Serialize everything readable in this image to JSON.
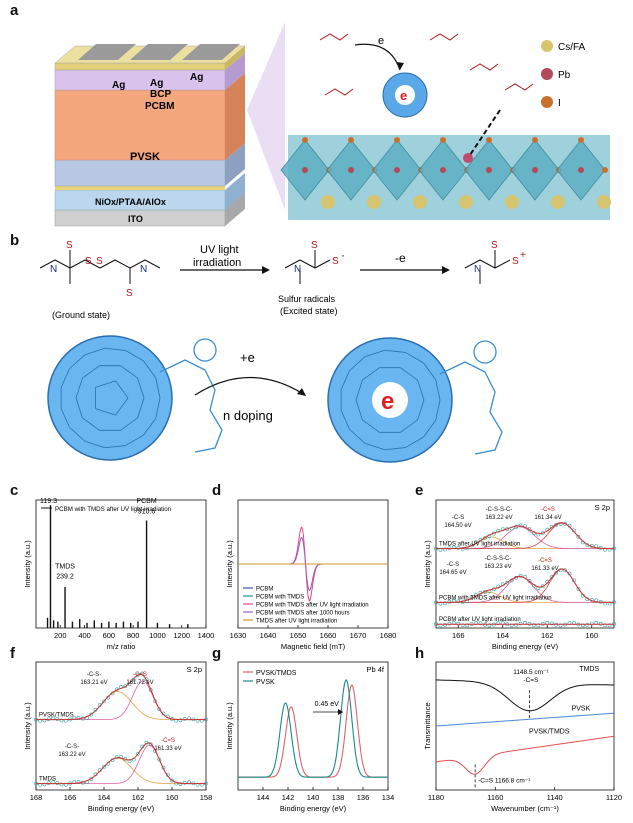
{
  "panel_letters": [
    "a",
    "b",
    "c",
    "d",
    "e",
    "f",
    "g",
    "h"
  ],
  "device": {
    "layers": [
      "Ag",
      "Ag",
      "Ag",
      "BCP",
      "PCBM",
      "PVSK",
      "NiOx/PTAA/AlOx",
      "ITO"
    ],
    "legend": [
      "Cs/FA",
      "Pb",
      "I"
    ],
    "electron": "e"
  },
  "scheme": {
    "ground_state": "(Ground state)",
    "uv_label_1": "UV light",
    "uv_label_2": "irradiation",
    "radical_label_1": "Sulfur radicals",
    "radical_label_2": "(Excited state)",
    "minus_e": "-e",
    "plus_e": "+e",
    "n_doping": "n doping",
    "atom_s": "S",
    "atom_n": "N",
    "radical_dot": "·",
    "cation": "+",
    "electron": "e"
  },
  "chart_data": [
    {
      "id": "c",
      "type": "bar",
      "xlabel": "m/z ratio",
      "ylabel": "Intensity (a.u.)",
      "xlim": [
        0,
        1400
      ],
      "xticks": [
        200,
        400,
        600,
        800,
        1000,
        1200,
        1400
      ],
      "legend": [
        "PCBM with TMDS after UV light irradiation"
      ],
      "peaks": [
        {
          "x": 119.3,
          "y": 0.96
        },
        {
          "x": 239.2,
          "y": 0.32
        },
        {
          "x": 910.6,
          "y": 0.84
        },
        {
          "x": 95,
          "y": 0.08
        },
        {
          "x": 145,
          "y": 0.06
        },
        {
          "x": 180,
          "y": 0.05
        },
        {
          "x": 300,
          "y": 0.05
        },
        {
          "x": 360,
          "y": 0.07
        },
        {
          "x": 420,
          "y": 0.04
        },
        {
          "x": 480,
          "y": 0.06
        },
        {
          "x": 540,
          "y": 0.04
        },
        {
          "x": 600,
          "y": 0.05
        },
        {
          "x": 660,
          "y": 0.04
        },
        {
          "x": 720,
          "y": 0.05
        },
        {
          "x": 780,
          "y": 0.04
        },
        {
          "x": 840,
          "y": 0.05
        },
        {
          "x": 1000,
          "y": 0.04
        },
        {
          "x": 1100,
          "y": 0.03
        },
        {
          "x": 1250,
          "y": 0.03
        }
      ],
      "annotations": [
        {
          "text": "119.3",
          "x": 119.3,
          "y": 0.96
        },
        {
          "text": "TMDS",
          "x": 239.2,
          "y": 0.45
        },
        {
          "text": "239.2",
          "x": 239.2,
          "y": 0.37
        },
        {
          "text": "PCBM",
          "x": 910.6,
          "y": 0.96
        },
        {
          "text": "910.6",
          "x": 910.6,
          "y": 0.88
        }
      ]
    },
    {
      "id": "d",
      "type": "line",
      "xlabel": "Magnetic field (mT)",
      "ylabel": "Intensity (a.u.)",
      "xlim": [
        1630,
        1680
      ],
      "xticks": [
        1630,
        1640,
        1650,
        1660,
        1670,
        1680
      ],
      "series": [
        {
          "name": "PCBM",
          "color": "#3a56b0",
          "amp": 0.0
        },
        {
          "name": "PCBM with TMDS",
          "color": "#1a9a9a",
          "amp": 0.0
        },
        {
          "name": "PCBM with TMDS after UV light irradiation",
          "color": "#e04a7a",
          "amp": 1.0
        },
        {
          "name": "PCBM with TMDS after 1000 hours",
          "color": "#9a5cc4",
          "amp": 0.72
        },
        {
          "name": "TMDS after UV light irradiation",
          "color": "#c99a2e",
          "amp": 0.0
        }
      ],
      "center": 1652.5,
      "width": 1.3
    },
    {
      "id": "e",
      "type": "line",
      "title": "S 2p",
      "xlabel": "Binding energy (eV)",
      "ylabel": "Intensity (a.u.)",
      "xlim": [
        167,
        159
      ],
      "xticks": [
        166,
        164,
        162,
        160
      ],
      "traces": [
        {
          "label": "TMDS after UV light irradiation",
          "base": 0.62,
          "peaks": [
            {
              "c": 164.5,
              "a": 0.09,
              "w": 0.55
            },
            {
              "c": 163.22,
              "a": 0.17,
              "w": 0.65
            },
            {
              "c": 161.34,
              "a": 0.2,
              "w": 0.6
            }
          ],
          "annotations": [
            "-C-S",
            "164.50 eV",
            "-C-S-S-C-",
            "163.22 eV",
            "-C=S",
            "161.34 eV"
          ]
        },
        {
          "label": "PCBM with TMDS after UV light irradiation",
          "base": 0.2,
          "peaks": [
            {
              "c": 164.65,
              "a": 0.08,
              "w": 0.55
            },
            {
              "c": 163.23,
              "a": 0.2,
              "w": 0.62
            },
            {
              "c": 161.33,
              "a": 0.26,
              "w": 0.55
            }
          ],
          "annotations": [
            "-C-S",
            "164.65 eV",
            "-C-S-S-C-",
            "163.23 eV",
            "-C=S",
            "161.33 eV"
          ]
        },
        {
          "label": "PCBM after UV light irradiation",
          "base": 0.03,
          "peaks": [],
          "annotations": []
        }
      ]
    },
    {
      "id": "f",
      "type": "line",
      "title": "S 2p",
      "xlabel": "Binding energy (eV)",
      "ylabel": "Intensity (a.u.)",
      "xlim": [
        168,
        158
      ],
      "xticks": [
        168,
        166,
        164,
        162,
        160,
        158
      ],
      "traces": [
        {
          "label": "PVSK/TMDS",
          "base": 0.55,
          "peaks": [
            {
              "c": 163.21,
              "a": 0.22,
              "w": 0.85
            },
            {
              "c": 161.72,
              "a": 0.3,
              "w": 0.6
            }
          ],
          "annotations": [
            "-C-S-",
            "163.21 eV",
            "-C=S",
            "161.72 eV"
          ]
        },
        {
          "label": "TMDS",
          "base": 0.05,
          "peaks": [
            {
              "c": 163.22,
              "a": 0.2,
              "w": 0.85
            },
            {
              "c": 161.33,
              "a": 0.3,
              "w": 0.6
            }
          ],
          "annotations": [
            "-C-S-",
            "163.22 eV",
            "-C=S",
            "161.33 eV"
          ]
        }
      ]
    },
    {
      "id": "g",
      "type": "line",
      "title": "Pb 4f",
      "xlabel": "Binding energy (eV)",
      "ylabel": "Intensity (a.u.)",
      "xlim": [
        146,
        134
      ],
      "xticks": [
        144,
        142,
        140,
        138,
        136,
        134
      ],
      "series": [
        {
          "name": "PVSK/TMDS",
          "color": "#e06464",
          "peaks": [
            {
              "c": 141.75,
              "a": 0.55
            },
            {
              "c": 136.9,
              "a": 0.72
            }
          ]
        },
        {
          "name": "PVSK",
          "color": "#1a8a8a",
          "peaks": [
            {
              "c": 142.2,
              "a": 0.58
            },
            {
              "c": 137.35,
              "a": 0.76
            }
          ]
        }
      ],
      "annotation": "0.45 eV"
    },
    {
      "id": "h",
      "type": "line",
      "xlabel": "Wavenumber (cm⁻¹)",
      "ylabel": "Transmittance",
      "xlim": [
        1180,
        1120
      ],
      "xticks": [
        1180,
        1160,
        1140,
        1120
      ],
      "series": [
        {
          "name": "TMDS",
          "color": "#111111"
        },
        {
          "name": "PVSK",
          "color": "#4a86d8"
        },
        {
          "name": "PVSK/TMDS",
          "color": "#e05050"
        }
      ],
      "annotations": [
        "1148.5 cm⁻¹",
        "-C=S",
        "-C=S 1166.8 cm⁻¹"
      ]
    }
  ]
}
